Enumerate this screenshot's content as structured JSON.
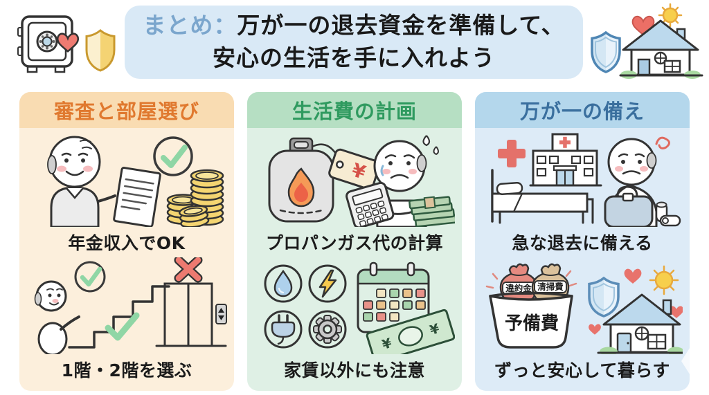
{
  "header": {
    "title_prefix": "まとめ：",
    "title_line1": "万が一の退去資金を準備して、",
    "title_line2": "安心の生活を手に入れよう",
    "left_icons": [
      "safe-with-heart",
      "gold-shield"
    ],
    "right_icons": [
      "blue-shield",
      "heart",
      "house-with-sun"
    ]
  },
  "columns": [
    {
      "header": "審査と部屋選び",
      "sections": [
        {
          "label": "年金収入でOK",
          "icons": [
            "elderly-man-with-document",
            "check-circle",
            "coin-stacks"
          ]
        },
        {
          "label": "1階・2階を選ぶ",
          "icons": [
            "elderly-person-pointing",
            "check-circle",
            "stairs",
            "green-check",
            "elevator-with-red-x"
          ]
        }
      ]
    },
    {
      "header": "生活費の計画",
      "sections": [
        {
          "label": "プロパンガス代の計算",
          "icons": [
            "propane-tank-with-flame",
            "price-tag-yen",
            "worried-elderly-man",
            "calculator",
            "banknote-stack"
          ]
        },
        {
          "label": "家賃以外にも注意",
          "icons": [
            "water-drop-circle",
            "lightning-circle",
            "plug-circle",
            "gear-circle",
            "calendar",
            "yen-banknote"
          ]
        }
      ]
    },
    {
      "header": "万が一の備え",
      "sections": [
        {
          "label": "急な退去に備える",
          "icons": [
            "medical-cross",
            "hospital",
            "bed",
            "elderly-man-packing-bag"
          ]
        },
        {
          "label": "ずっと安心して暮らす",
          "icons": [
            "money-bags-in-tub",
            "blue-shield",
            "hearts",
            "sun",
            "house"
          ]
        }
      ]
    }
  ],
  "labels": {
    "yen": "¥",
    "reserve_tub": "予備費",
    "penalty_bag": "違約金",
    "cleaning_bag": "清掃費"
  },
  "colors": {
    "title_box_bg": "#d9e9f6",
    "title_prefix": "#7ba6cd",
    "col1_header_bg": "#f9dcb2",
    "col1_body_bg": "#fcefdc",
    "col1_accent": "#e0792f",
    "col2_header_bg": "#b6dfc3",
    "col2_body_bg": "#dff0e5",
    "col2_accent": "#2f9a5f",
    "col3_header_bg": "#b4d7ec",
    "col3_body_bg": "#ddebf7",
    "col3_accent": "#3a6f9e",
    "heart": "#e8736c",
    "check": "#8fd6a5",
    "red_x": "#ed7a70",
    "coin": "#f4d571",
    "sun": "#f7cf4d",
    "flame": "#f59a57",
    "bill_green": "#cfe8cf"
  }
}
